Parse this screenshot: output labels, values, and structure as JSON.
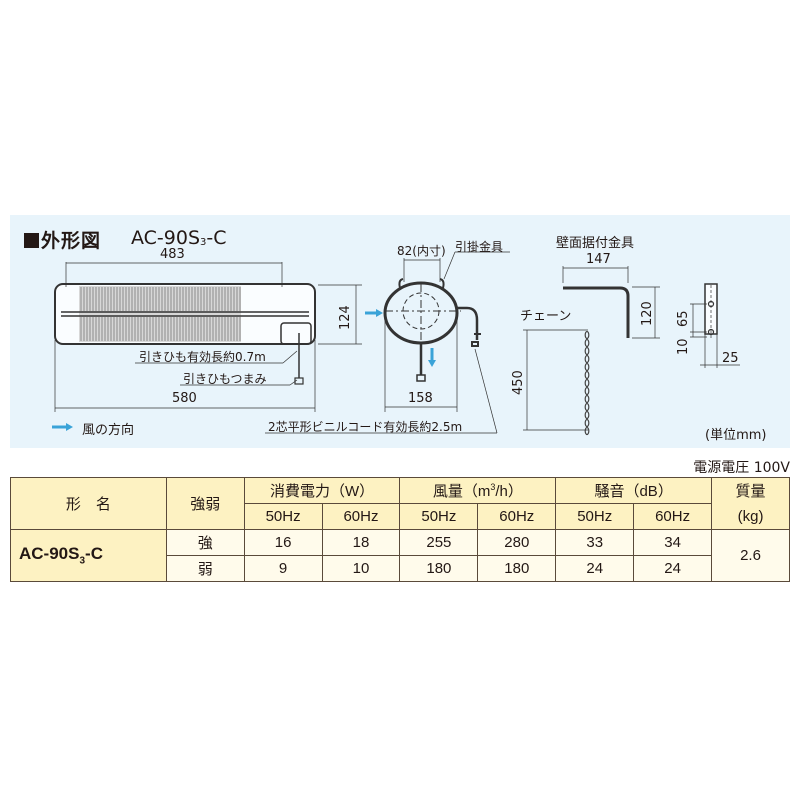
{
  "drawing": {
    "section_title": "外形図",
    "model_prefix": "AC-90S",
    "model_sub": "3",
    "model_suffix": "-C",
    "dims": {
      "main_width_inner": "483",
      "main_width_total": "580",
      "height": "124",
      "side_inner": "82(内寸)",
      "side_width": "158",
      "chain_length": "450",
      "bracket_width": "147",
      "bracket_height": "120",
      "plate_hole_pitch": "65",
      "plate_bottom": "10",
      "plate_width": "25"
    },
    "labels": {
      "pull_cord_length": "引きひも有効長約0.7m",
      "pull_cord_knob": "引きひもつまみ",
      "wind_direction": "風の方向",
      "hook_bracket": "引掛金具",
      "power_cord": "2芯平形ビニルコード有効長約2.5m",
      "chain": "チェーン",
      "wall_bracket": "壁面据付金具",
      "unit": "(単位mm)"
    },
    "colors": {
      "panel_bg": "#e8f4fb",
      "arrow": "#3aa3d8",
      "header_bg": "#fdf2c2",
      "data_bg": "#fffbeb"
    }
  },
  "spec_table": {
    "voltage_note": "電源電圧 100V",
    "headers": {
      "model": "形　名",
      "strength": "強弱",
      "power": "消費電力（W）",
      "airflow_prefix": "風量（m",
      "airflow_sup": "3",
      "airflow_suffix": "/h）",
      "noise": "騒音（dB）",
      "mass": "質量",
      "mass_unit": "(kg)",
      "hz50": "50Hz",
      "hz60": "60Hz"
    },
    "model_prefix": "AC-90S",
    "model_sub": "3",
    "model_suffix": "-C",
    "rows": [
      {
        "strength": "強",
        "power_50": "16",
        "power_60": "18",
        "air_50": "255",
        "air_60": "280",
        "noise_50": "33",
        "noise_60": "34"
      },
      {
        "strength": "弱",
        "power_50": "9",
        "power_60": "10",
        "air_50": "180",
        "air_60": "180",
        "noise_50": "24",
        "noise_60": "24"
      }
    ],
    "mass": "2.6"
  }
}
